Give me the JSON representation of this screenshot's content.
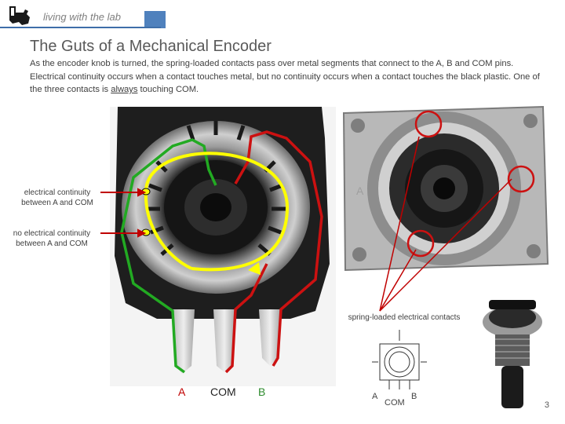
{
  "header": {
    "brand": "living with the lab"
  },
  "slide": {
    "title": "The Guts of a Mechanical Encoder",
    "description_part1": "As the encoder knob is turned, the spring-loaded contacts pass over metal segments that connect to the A, B and COM pins. Electrical continuity occurs when a contact touches metal, but no continuity occurs when a contact touches the black plastic. One of the three contacts is ",
    "description_emphasis": "always",
    "description_part2": " touching COM.",
    "page_number": "3"
  },
  "annotations": {
    "continuity_line1": "electrical continuity",
    "continuity_line2": "between A and COM",
    "no_continuity_line1": "no electrical continuity",
    "no_continuity_line2": "between A and COM",
    "contacts_label": "spring-loaded electrical contacts"
  },
  "pins": {
    "a": "A",
    "com": "COM",
    "b": "B"
  },
  "right_photo_label": "A",
  "diagram_labels": {
    "a": "A",
    "b": "B",
    "com": "COM"
  },
  "colors": {
    "accent": "#4f81bd",
    "pin_a": "#c00000",
    "pin_b": "#2e8b2e",
    "path_yellow": "#ffff00"
  }
}
